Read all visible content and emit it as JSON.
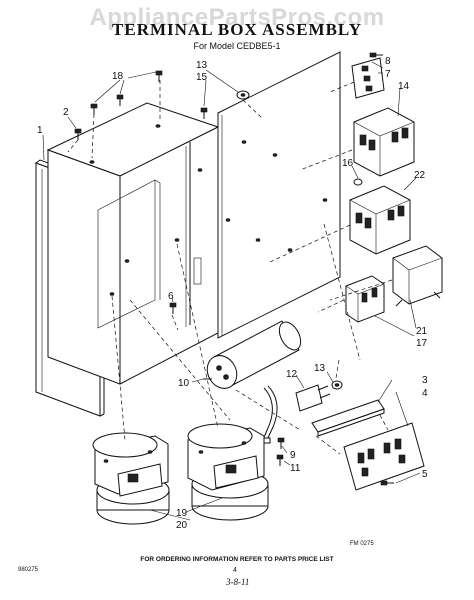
{
  "watermark": "AppliancePartsPros.com",
  "title": "TERMINAL BOX ASSEMBLY",
  "subtitle": "For Model CEDBE5-1",
  "footer_note": "FOR ORDERING INFORMATION REFER TO PARTS PRICE LIST",
  "code_left": "980275",
  "code_right": "FM 0275",
  "page_number": "4",
  "handwritten_note": "3-8-11",
  "callouts": {
    "c1": "1",
    "c2": "2",
    "c3": "3",
    "c4": "4",
    "c5": "5",
    "c6": "6",
    "c7": "7",
    "c8": "8",
    "c9": "9",
    "c10": "10",
    "c11": "11",
    "c12": "12",
    "c13a": "13",
    "c13b": "13",
    "c14": "14",
    "c15": "15",
    "c16": "16",
    "c17": "17",
    "c18": "18",
    "c19": "19",
    "c20": "20",
    "c21": "21",
    "c22": "22"
  }
}
